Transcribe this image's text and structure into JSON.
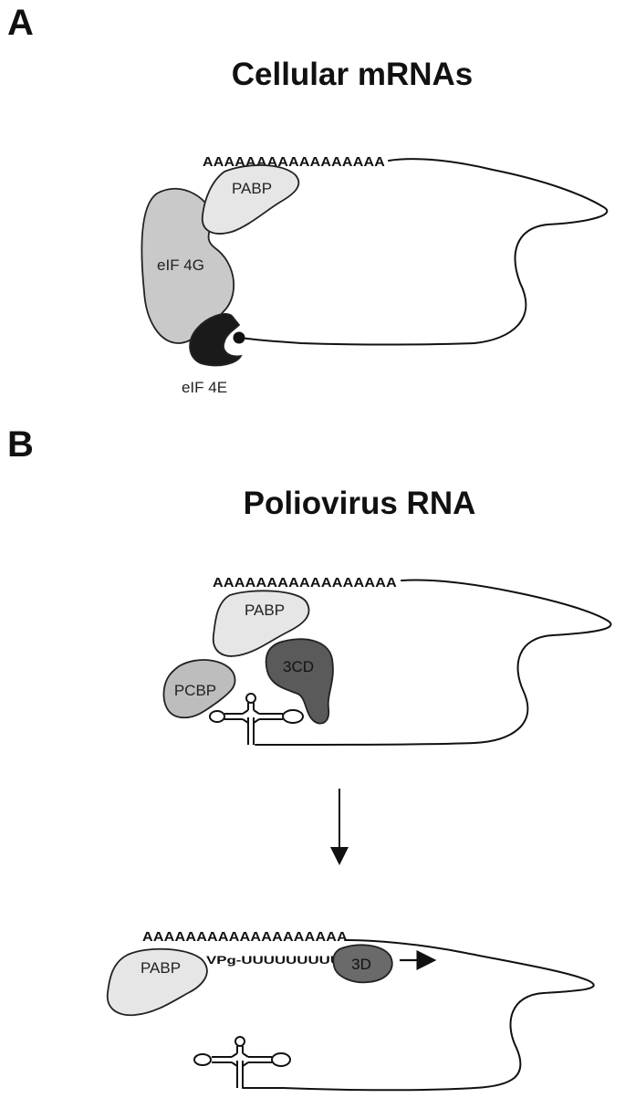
{
  "panel_a": {
    "letter": "A",
    "title": "Cellular mRNAs",
    "poly_a": "AAAAAAAAAAAAAAAAA",
    "pabp": "PABP",
    "eif4g": "eIF 4G",
    "eif4e": "eIF 4E"
  },
  "panel_b": {
    "letter": "B",
    "title": "Poliovirus RNA",
    "top": {
      "poly_a": "AAAAAAAAAAAAAAAAA",
      "pabp": "PABP",
      "pcbp": "PCBP",
      "three_cd": "3CD"
    },
    "bottom": {
      "poly_a": "AAAAAAAAAAAAAAAAAAA",
      "pabp": "PABP",
      "vpg": "VPg-UUUUUUUUU",
      "three_d": "3D"
    }
  },
  "colors": {
    "pabp": "#e6e6e6",
    "eif4g": "#c9c9c9",
    "eif4e": "#1a1a1a",
    "pcbp": "#bdbdbd",
    "three_cd": "#5a5a5a",
    "three_d": "#6a6a6a"
  }
}
